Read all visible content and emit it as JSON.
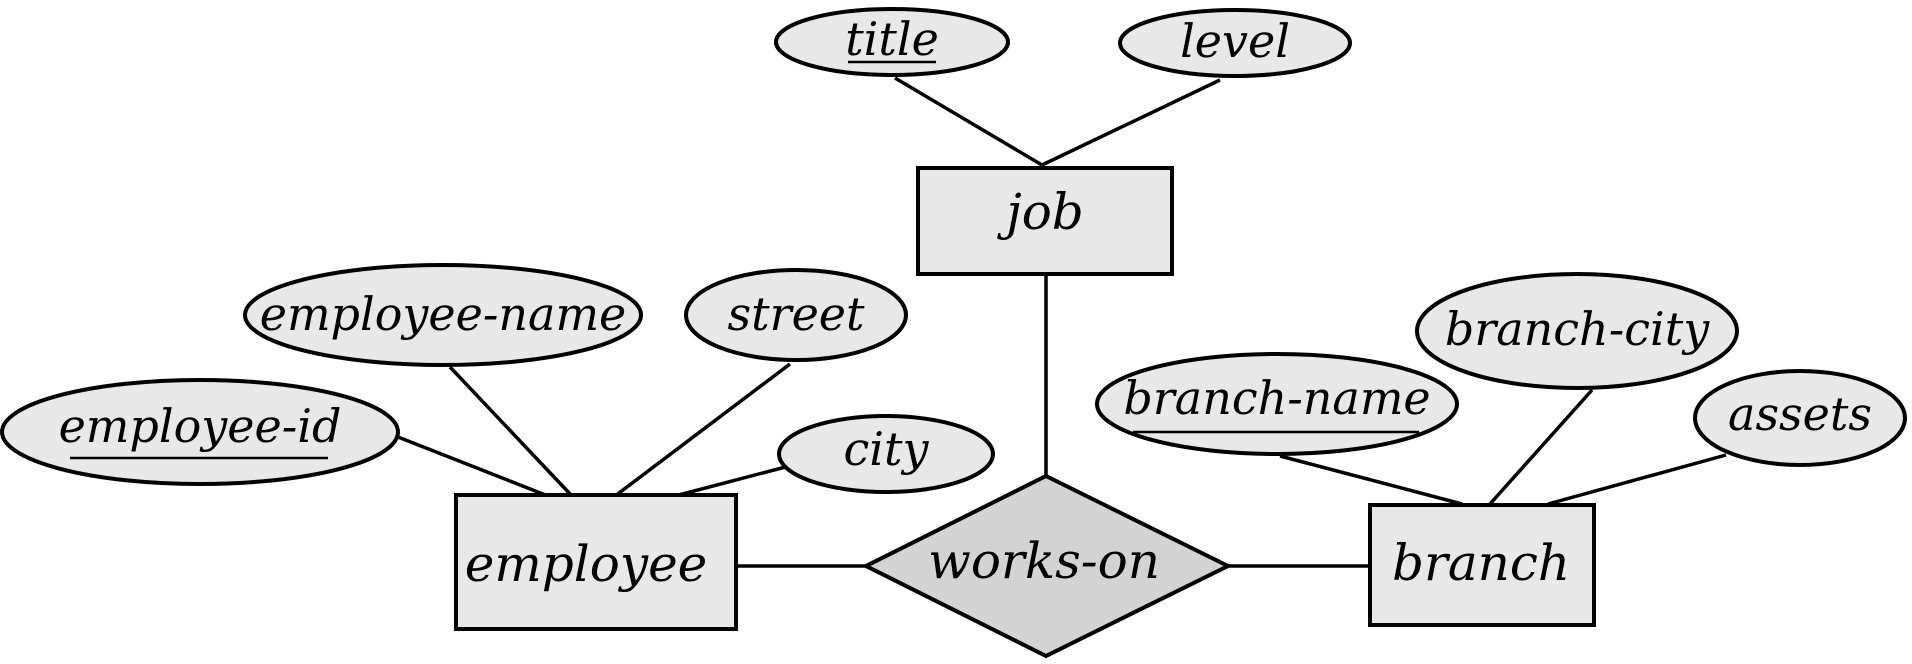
{
  "diagram": {
    "relationship": {
      "label": "works-on"
    },
    "entities": {
      "job": {
        "label": "job"
      },
      "employee": {
        "label": "employee"
      },
      "branch": {
        "label": "branch"
      }
    },
    "attributes": {
      "title": {
        "label": "title",
        "key": true
      },
      "level": {
        "label": "level",
        "key": false
      },
      "employee_name": {
        "label": "employee-name",
        "key": false
      },
      "street": {
        "label": "street",
        "key": false
      },
      "employee_id": {
        "label": "employee-id",
        "key": true
      },
      "city": {
        "label": "city",
        "key": false
      },
      "branch_city": {
        "label": "branch-city",
        "key": false
      },
      "branch_name": {
        "label": "branch-name",
        "key": true
      },
      "assets": {
        "label": "assets",
        "key": false
      }
    }
  }
}
